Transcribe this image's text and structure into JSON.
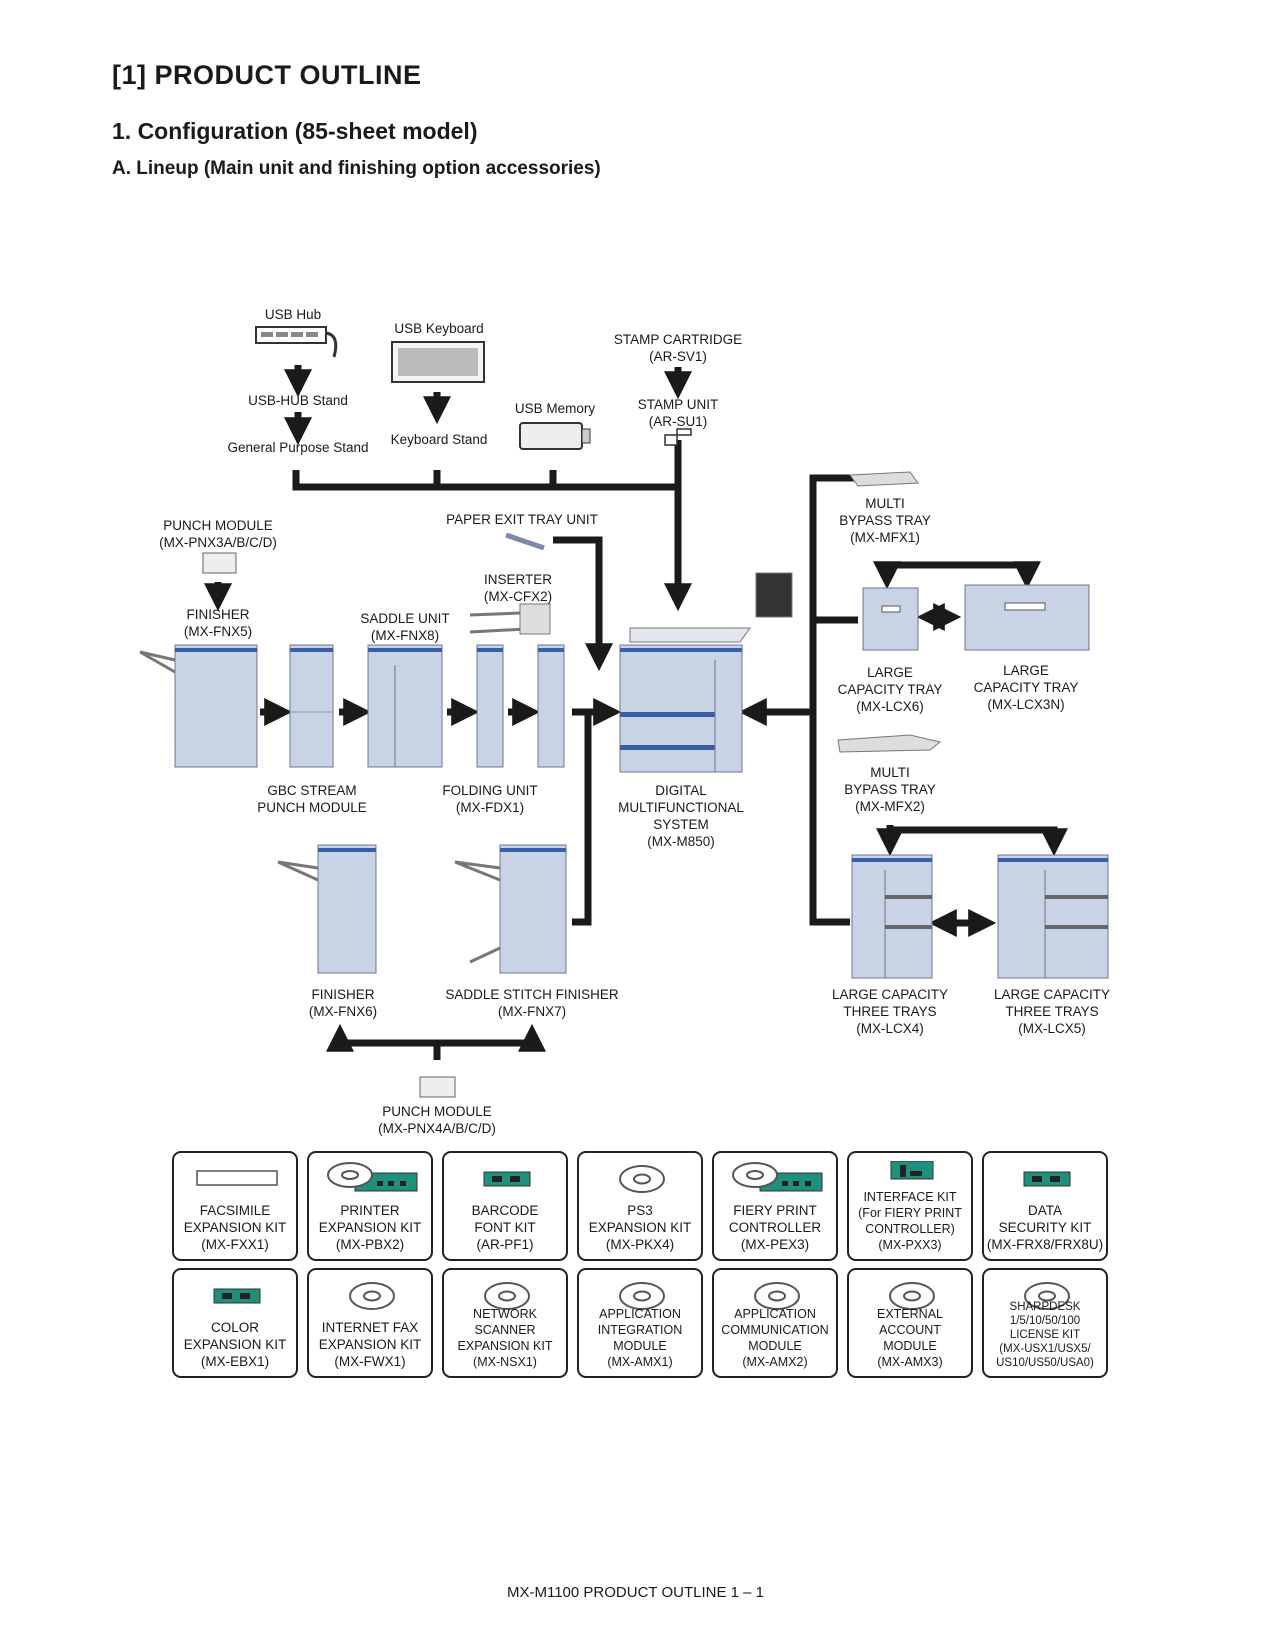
{
  "headings": {
    "h1": "[1]   PRODUCT OUTLINE",
    "h2": "1.   Configuration (85-sheet model)",
    "h3": "A.  Lineup (Main unit and finishing option accessories)"
  },
  "labels": {
    "usb_hub": "USB Hub",
    "usb_hub_stand": "USB-HUB Stand",
    "general_purpose_stand": "General Purpose Stand",
    "usb_keyboard": "USB Keyboard",
    "keyboard_stand": "Keyboard Stand",
    "usb_memory": "USB Memory",
    "stamp_cartridge": "STAMP CARTRIDGE\n(AR-SV1)",
    "stamp_unit": "STAMP UNIT\n(AR-SU1)",
    "punch_module_top": "PUNCH MODULE\n(MX-PNX3A/B/C/D)",
    "paper_exit_tray": "PAPER EXIT TRAY UNIT",
    "inserter": "INSERTER\n(MX-CFX2)",
    "finisher_fnx5": "FINISHER\n(MX-FNX5)",
    "saddle_unit": "SADDLE UNIT\n(MX-FNX8)",
    "gbc_stream": "GBC STREAM\nPUNCH MODULE",
    "folding_unit": "FOLDING UNIT\n(MX-FDX1)",
    "digital_mfs": "DIGITAL\nMULTIFUNCTIONAL\nSYSTEM\n(MX-M850)",
    "multi_bypass_1": "MULTI\nBYPASS TRAY\n(MX-MFX1)",
    "lct_lcx6": "LARGE\nCAPACITY TRAY\n(MX-LCX6)",
    "lct_lcx3n": "LARGE\nCAPACITY TRAY\n(MX-LCX3N)",
    "multi_bypass_2": "MULTI\nBYPASS TRAY\n(MX-MFX2)",
    "finisher_fnx6": "FINISHER\n(MX-FNX6)",
    "saddle_stitch": "SADDLE STITCH FINISHER\n(MX-FNX7)",
    "lct3_lcx4": "LARGE CAPACITY\nTHREE TRAYS\n(MX-LCX4)",
    "lct3_lcx5": "LARGE CAPACITY\nTHREE TRAYS\n(MX-LCX5)",
    "punch_module_bottom": "PUNCH MODULE\n(MX-PNX4A/B/C/D)"
  },
  "kits_row1": [
    {
      "label": "FACSIMILE\nEXPANSION KIT\n(MX-FXX1)",
      "icon": "fax-board-icon"
    },
    {
      "label": "PRINTER\nEXPANSION KIT\n(MX-PBX2)",
      "icon": "cd-board-icon"
    },
    {
      "label": "BARCODE\nFONT KIT\n(AR-PF1)",
      "icon": "chip-board-icon"
    },
    {
      "label": "PS3\nEXPANSION KIT\n(MX-PKX4)",
      "icon": "cd-icon"
    },
    {
      "label": "FIERY PRINT\nCONTROLLER\n(MX-PEX3)",
      "icon": "cd-board-icon"
    },
    {
      "label": "INTERFACE KIT\n(For  FIERY PRINT\nCONTROLLER)\n(MX-PXX3)",
      "icon": "interface-board-icon"
    },
    {
      "label": "DATA\nSECURITY KIT\n(MX-FRX8/FRX8U)",
      "icon": "chip-board-icon"
    }
  ],
  "kits_row2": [
    {
      "label": "COLOR\nEXPANSION KIT\n(MX-EBX1)",
      "icon": "chip-board-icon"
    },
    {
      "label": "INTERNET FAX\nEXPANSION KIT\n(MX-FWX1)",
      "icon": "cd-icon"
    },
    {
      "label": "NETWORK\nSCANNER\nEXPANSION KIT\n(MX-NSX1)",
      "icon": "cd-icon"
    },
    {
      "label": "APPLICATION\nINTEGRATION\nMODULE\n(MX-AMX1)",
      "icon": "cd-icon"
    },
    {
      "label": "APPLICATION\nCOMMUNICATION\nMODULE\n(MX-AMX2)",
      "icon": "cd-icon"
    },
    {
      "label": "EXTERNAL\nACCOUNT\nMODULE\n(MX-AMX3)",
      "icon": "cd-icon"
    },
    {
      "label": "SHARPDESK\n1/5/10/50/100\nLICENSE KIT\n(MX-USX1/USX5/\nUS10/US50/USA0)",
      "icon": "cd-icon"
    }
  ],
  "footer": "MX-M1100  PRODUCT OUTLINE  1 – 1",
  "colors": {
    "machine_fill": "#c9d3e6",
    "machine_stripe": "#3b5ea8",
    "board_green": "#1f8f7e",
    "line": "#1a1a1a"
  }
}
